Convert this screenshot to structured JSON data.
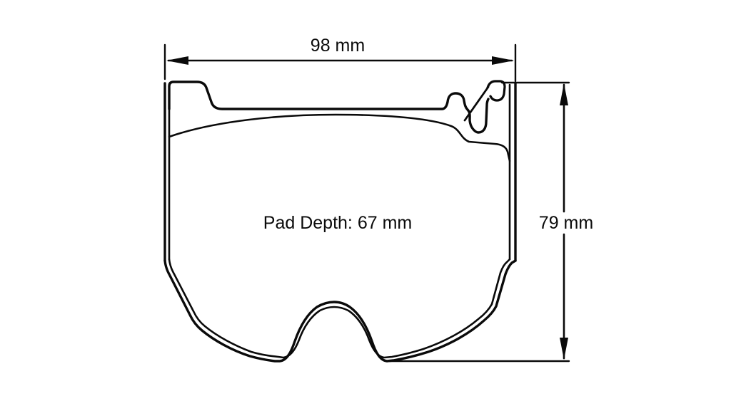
{
  "diagram": {
    "kind": "brake-pad-technical-drawing",
    "background_color": "#ffffff",
    "line_color": "#0a0a0a",
    "labels": {
      "width": "98 mm",
      "height": "79 mm",
      "pad_depth": "Pad Depth: 67 mm"
    },
    "values": {
      "width_mm": 98,
      "height_mm": 79,
      "pad_depth_mm": 67
    }
  }
}
